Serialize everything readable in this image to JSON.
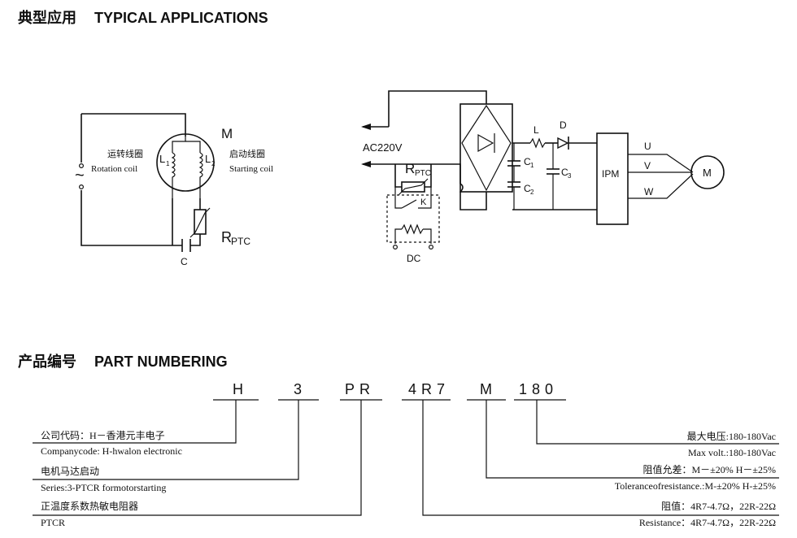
{
  "section1": {
    "title_cn": "典型应用",
    "title_en": "TYPICAL APPLICATIONS"
  },
  "motor_circuit": {
    "motor_label": "M",
    "rotation_coil_cn": "运转线圈",
    "rotation_coil_en": "Rotation coil",
    "starting_coil_cn": "启动线圈",
    "starting_coil_en": "Starting coil",
    "l1": "L",
    "l1_sub": "1",
    "l2": "L",
    "l2_sub": "2",
    "rptc": "R",
    "rptc_sub": "PTC",
    "cap": "C",
    "ac_symbol": "~"
  },
  "drive_circuit": {
    "ac_label": "AC220V",
    "rptc": "R",
    "rptc_sub": "PTC",
    "relay": "K",
    "dc": "DC",
    "inductor": "L",
    "diode": "D",
    "c1": "C",
    "c1_sub": "1",
    "c2": "C",
    "c2_sub": "2",
    "c3": "C",
    "c3_sub": "3",
    "ipm": "IPM",
    "u": "U",
    "v": "V",
    "w": "W",
    "motor": "M"
  },
  "section2": {
    "title_cn": "产品编号",
    "title_en": "PART NUMBERING"
  },
  "part_number": {
    "segments": [
      "H",
      "3",
      "PR",
      "4R7",
      "M",
      "180"
    ],
    "left_descriptions": [
      {
        "cn": "公司代码：H－香港元丰电子",
        "en": "Companycode: H-hwalon electronic"
      },
      {
        "cn": "电机马达启动",
        "en": "Series:3-PTCR formotorstarting"
      },
      {
        "cn": "正温度系数热敏电阻器",
        "en": "PTCR"
      }
    ],
    "right_descriptions": [
      {
        "cn": "最大电压:180-180Vac",
        "en": "Max volt.:180-180Vac"
      },
      {
        "cn": "阻值允差：M－±20%   H－±25%",
        "en": "Toleranceofresistance.:M-±20%   H-±25%"
      },
      {
        "cn": "阻值：4R7-4.7Ω，22R-22Ω",
        "en": "Resistance：4R7-4.7Ω，22R-22Ω"
      }
    ]
  }
}
